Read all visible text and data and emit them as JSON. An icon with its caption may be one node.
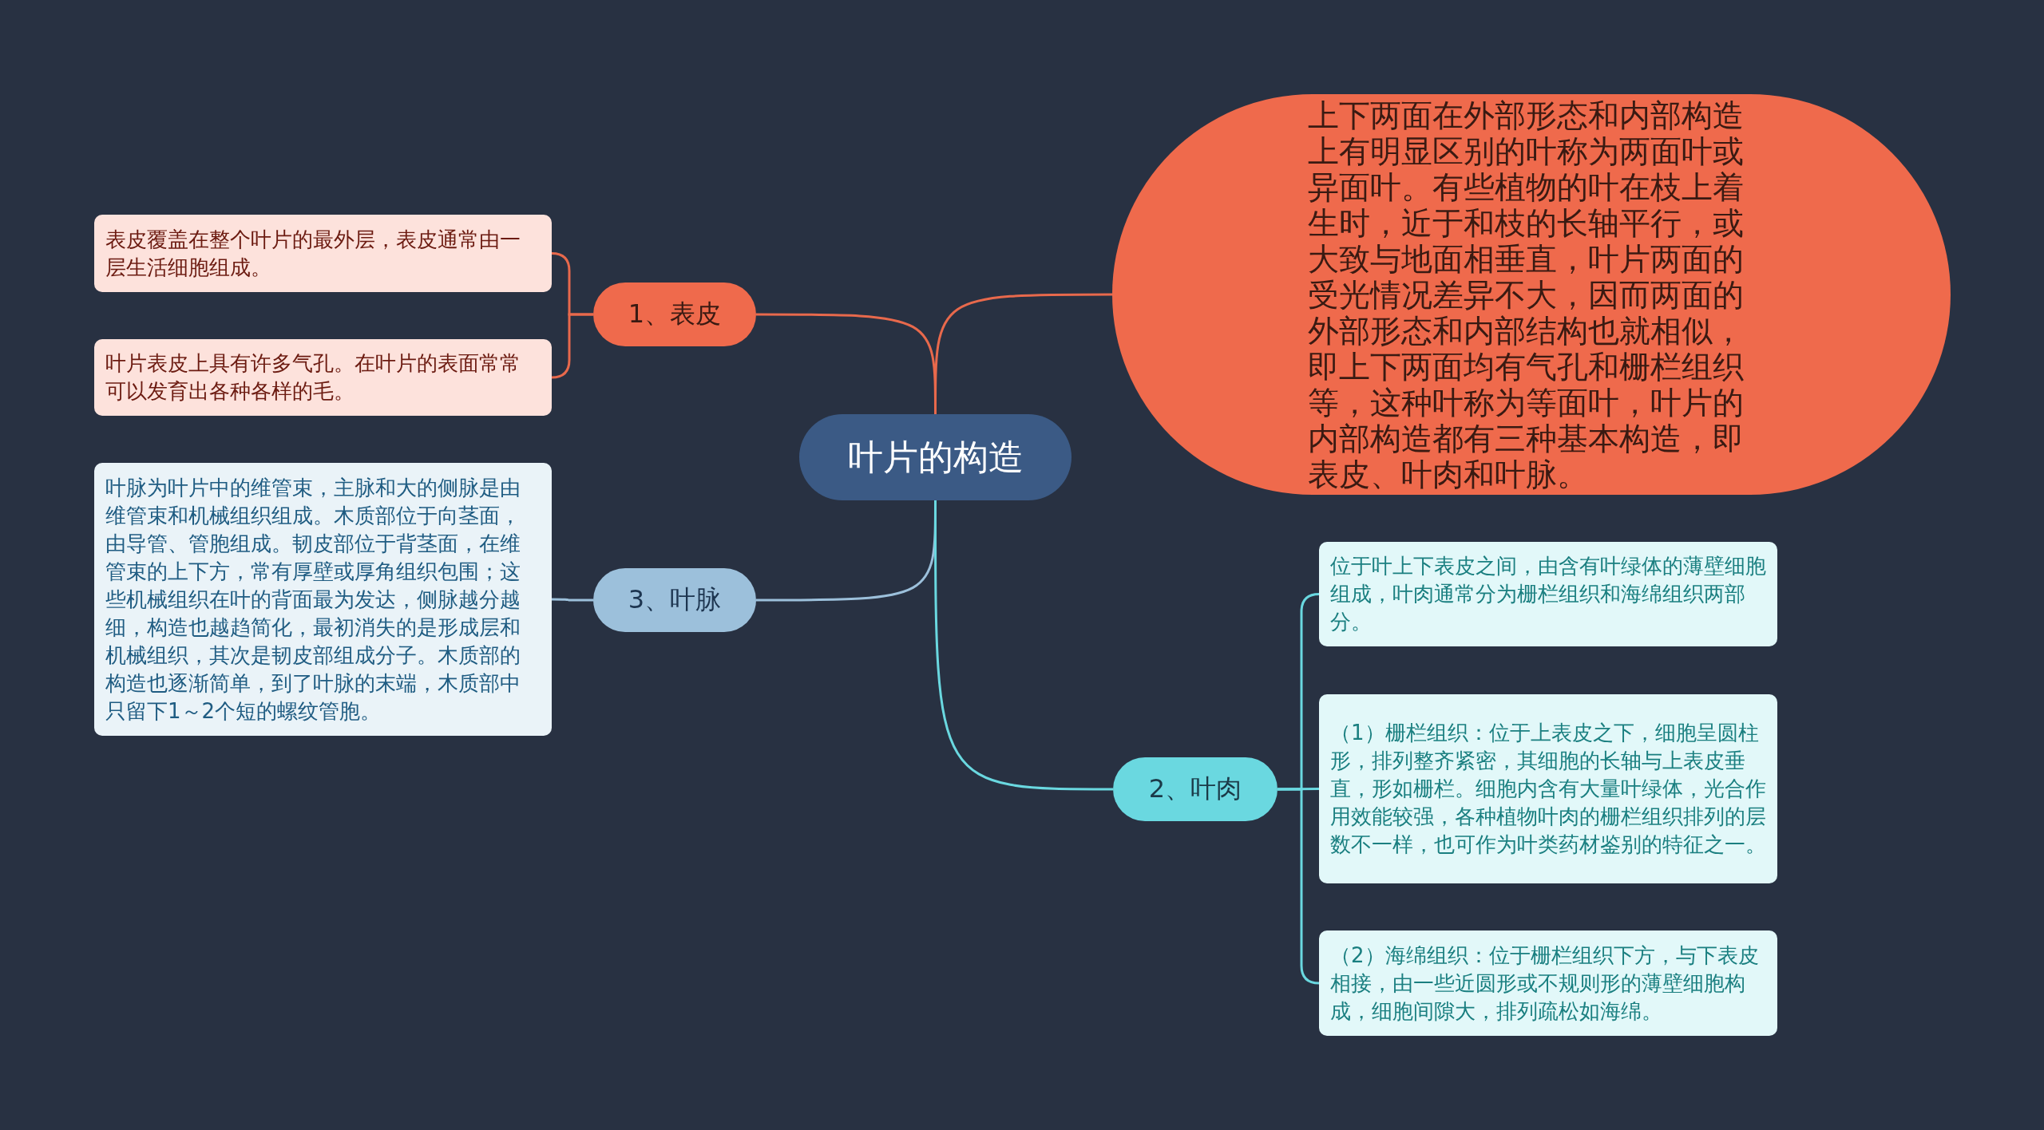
{
  "diagram": {
    "nodes": [
      {
        "text": [
          "叶片的构造"
        ]
      },
      {
        "text": [
          "1、表皮"
        ]
      },
      {
        "text": [
          "表皮覆盖在整个叶片的最外层，表皮通常由一层生活细胞组成。"
        ]
      },
      {
        "text": [
          "叶片表皮上具有许多气孔。在叶片的表面常常可以发育出各种各样的毛。"
        ]
      },
      {
        "text": [
          "上下两面在外部形态和内部构造上有明显区别的叶称为两面叶或异面叶。有些植物的叶在枝上着生时，近于和枝的长轴平行，或大致与地面相垂直，叶片两面的受光情况差异不大，因而两面的外部形态和内部结构也就相似，即上下两面均有气孔和栅栏组织等，这种叶称为等面叶，叶片的内部构造都有三种基本构造，即表皮、叶肉和叶脉。"
        ]
      },
      {
        "text": [
          "3、叶脉"
        ]
      },
      {
        "text": [
          "叶脉为叶片中的维管束，主脉和大的侧脉是由维管束和机械组织组成。木质部位于向茎面，由导管、管胞组成。韧皮部位于背茎面，在维管束的上下方，常有厚壁或厚角组织包围；这些机械组织在叶的背面最为发达，侧脉越分越细，构造也越趋简化，最初消失的是形成层和机械组织，其次是韧皮部组成分子。木质部的构造也逐渐简单，到了叶脉的末端，木质部中只留下1～2个短的螺纹管胞。"
        ]
      },
      {
        "text": [
          "2、叶肉"
        ]
      },
      {
        "text": [
          "位于叶上下表皮之间，由含有叶绿体的薄壁细胞组成，叶肉通常分为栅栏组织和海绵组织两部分。"
        ]
      },
      {
        "text": [
          "（1）栅栏组织：位于上表皮之下，细胞呈圆柱形，排列整齐紧密，其细胞的长轴与上表皮垂直，形如栅栏。细胞内含有大量叶绿体，光合作用效能较强，各种植物叶肉的栅栏组织排列的层数不一样，也可作为叶类药材鉴别的特征之一。"
        ]
      },
      {
        "text": [
          "（2）海绵组织：位于栅栏组织下方，与下表皮相接，由一些近圆形或不规则形的薄壁细胞构成，细胞间隙大，排列疏松如海绵。"
        ]
      }
    ],
    "edges": [
      {
        "from": 0,
        "to": 1,
        "arrow": "none",
        "color": "#e8694c"
      },
      {
        "from": 1,
        "to": 2,
        "arrow": "none",
        "color": "#e8694c"
      },
      {
        "from": 1,
        "to": 3,
        "arrow": "none",
        "color": "#e8694c"
      },
      {
        "from": 0,
        "to": 4,
        "arrow": "none",
        "color": "#e8694c"
      },
      {
        "from": 0,
        "to": 5,
        "arrow": "none",
        "color": "#9cc0db"
      },
      {
        "from": 5,
        "to": 6,
        "arrow": "none",
        "color": "#9cc0db"
      },
      {
        "from": 0,
        "to": 7,
        "arrow": "none",
        "color": "#6ad8e0"
      },
      {
        "from": 7,
        "to": 8,
        "arrow": "none",
        "color": "#6ad8e0"
      },
      {
        "from": 7,
        "to": 9,
        "arrow": "none",
        "color": "#6ad8e0"
      },
      {
        "from": 7,
        "to": 10,
        "arrow": "none",
        "color": "#6ad8e0"
      }
    ]
  }
}
